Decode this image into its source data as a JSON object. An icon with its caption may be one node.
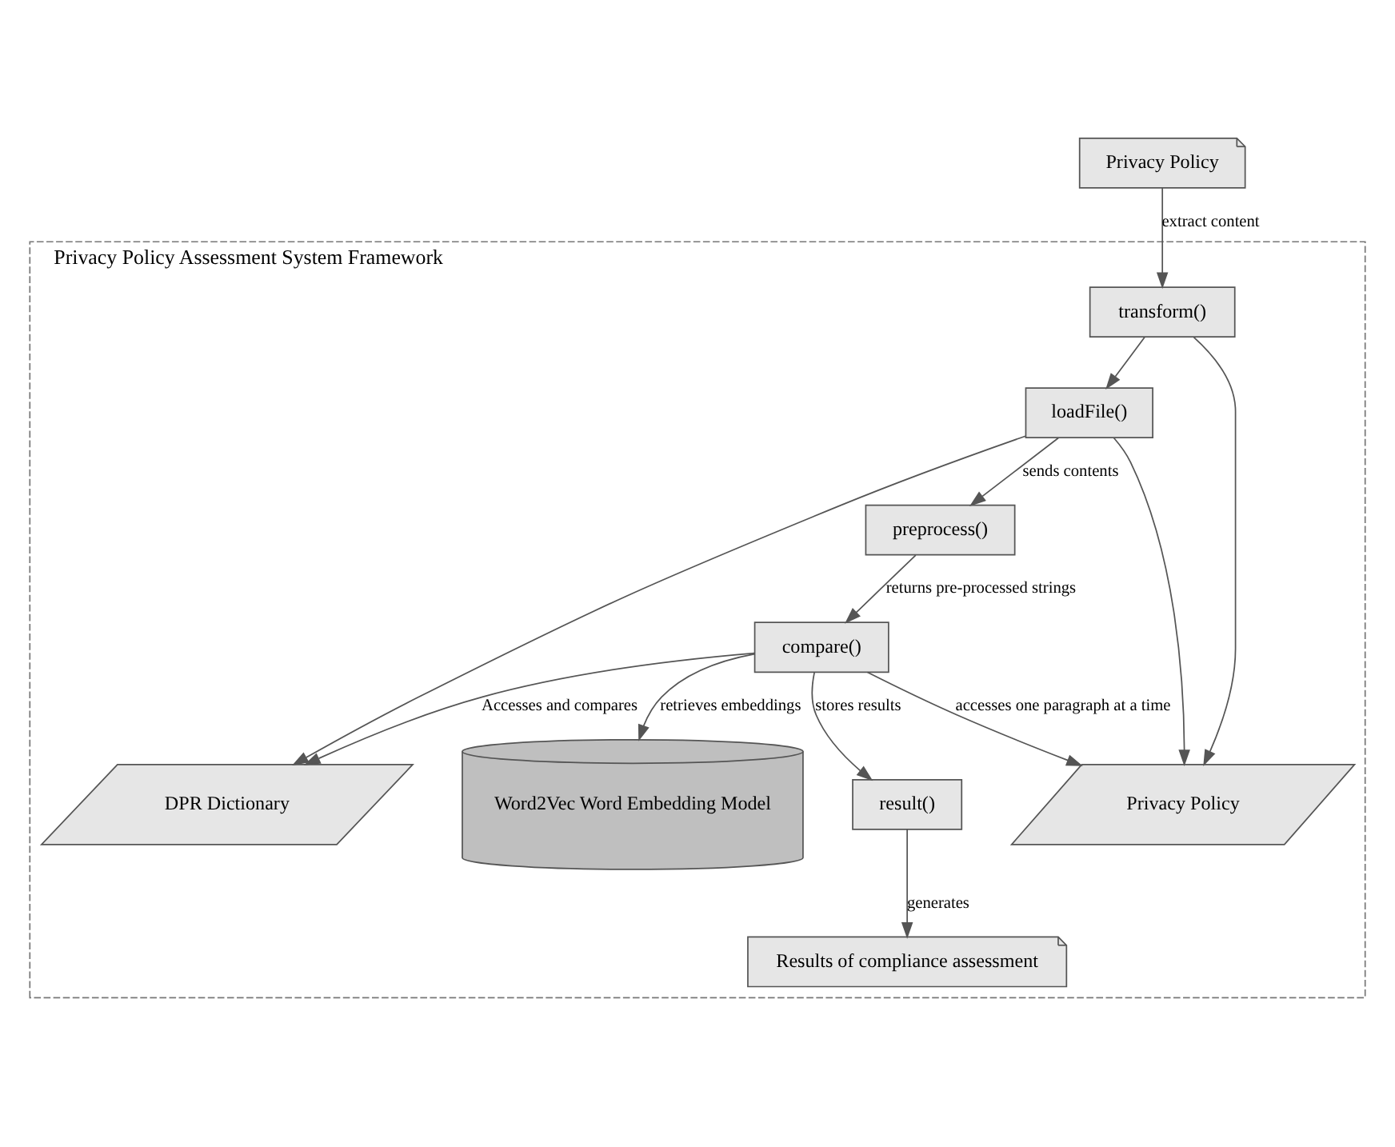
{
  "diagram": {
    "nodes": [
      {
        "text": [
          "Privacy Policy"
        ]
      },
      {
        "text": [
          "Privacy Policy Assessment System Framework"
        ]
      },
      {
        "text": [
          "loadFile()"
        ],
        "in": 1
      },
      {
        "text": [
          "transform()"
        ],
        "in": 1
      },
      {
        "text": [
          "DPR Dictionary"
        ],
        "in": 1
      },
      {
        "text": [
          "Privacy Policy"
        ],
        "in": 1
      },
      {
        "text": [
          "preprocess()"
        ],
        "in": 1
      },
      {
        "text": [
          "compare()"
        ],
        "in": 1
      },
      {
        "text": [
          "Word2Vec Word Embedding Model"
        ],
        "in": 1
      },
      {
        "text": [
          "result()"
        ],
        "in": 1
      },
      {
        "text": [
          "Results of compliance assessment"
        ],
        "in": 1
      }
    ],
    "edges": [
      {
        "from": 0,
        "to": 3,
        "arrow": "to",
        "label": "extract content"
      },
      {
        "from": 3,
        "to": 2,
        "arrow": "to"
      },
      {
        "from": 3,
        "to": 5,
        "arrow": "to"
      },
      {
        "from": 2,
        "to": 4,
        "arrow": "to"
      },
      {
        "from": 2,
        "to": 5,
        "arrow": "to"
      },
      {
        "from": 2,
        "to": 6,
        "arrow": "to",
        "label": "sends contents"
      },
      {
        "from": 6,
        "to": 7,
        "arrow": "to",
        "label": "returns pre-processed strings"
      },
      {
        "from": 7,
        "to": 4,
        "arrow": "to",
        "label": "Accesses and compares"
      },
      {
        "from": 7,
        "to": 5,
        "arrow": "to",
        "label": "accesses one paragraph at a time"
      },
      {
        "from": 7,
        "to": 8,
        "arrow": "to",
        "label": "retrieves embeddings"
      },
      {
        "from": 7,
        "to": 9,
        "arrow": "to",
        "label": "stores results"
      },
      {
        "from": 9,
        "to": 10,
        "arrow": "to",
        "label": "generates"
      }
    ]
  }
}
